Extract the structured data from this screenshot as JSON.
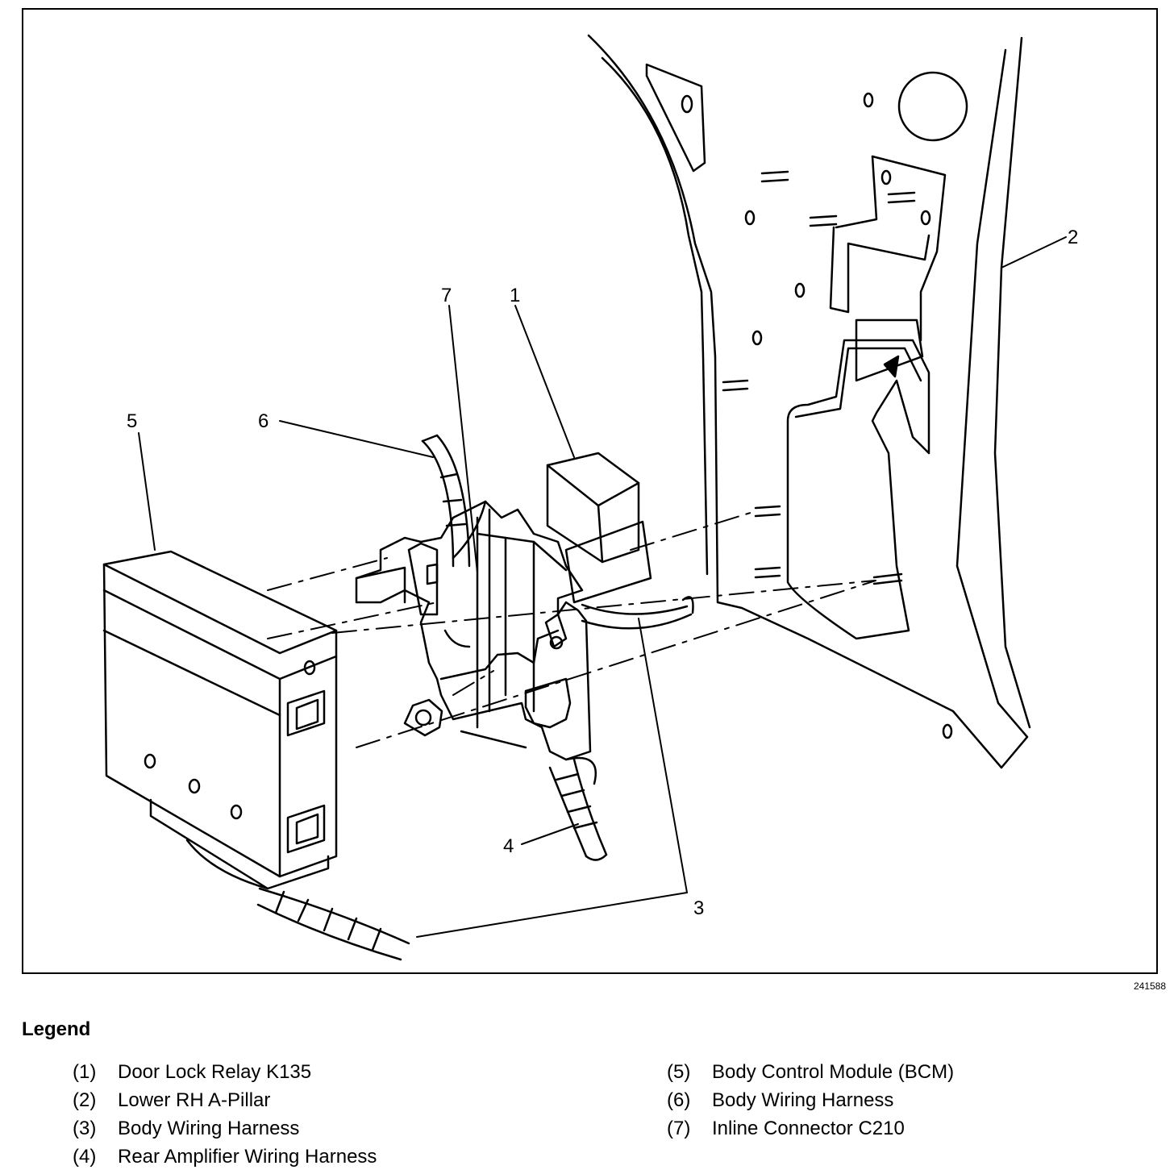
{
  "figure": {
    "id_label": "241588",
    "callouts": [
      "1",
      "2",
      "3",
      "4",
      "5",
      "6",
      "7"
    ]
  },
  "legend": {
    "title": "Legend",
    "items": [
      {
        "num": "(1)",
        "text": "Door Lock Relay K135"
      },
      {
        "num": "(2)",
        "text": "Lower RH A-Pillar"
      },
      {
        "num": "(3)",
        "text": "Body Wiring Harness"
      },
      {
        "num": "(4)",
        "text": "Rear Amplifier Wiring Harness"
      },
      {
        "num": "(5)",
        "text": "Body Control Module (BCM)"
      },
      {
        "num": "(6)",
        "text": "Body Wiring Harness"
      },
      {
        "num": "(7)",
        "text": "Inline Connector C210"
      }
    ]
  }
}
